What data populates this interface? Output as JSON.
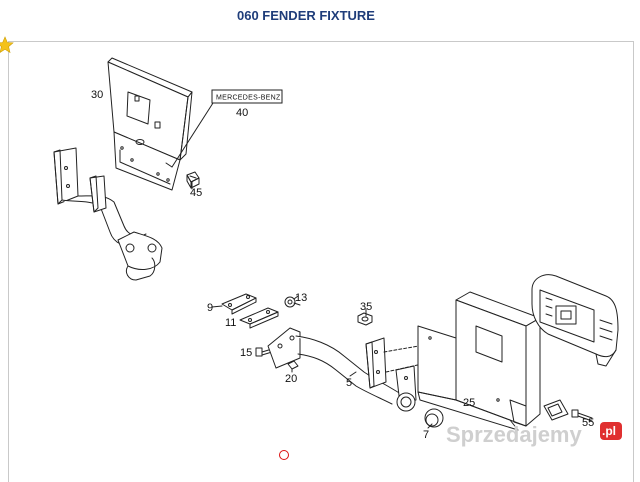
{
  "title": "060 FENDER FIXTURE",
  "colors": {
    "title": "#1f3d7a",
    "star": "#f4c21a",
    "ring": "#dd1111",
    "watermark": "#cfcfcf",
    "watermark_badge": "#e03030"
  },
  "labels": {
    "p30": "30",
    "p40": "40",
    "p45": "45",
    "brand": "MERCEDES-BENZ",
    "p9": "9",
    "p13": "13",
    "p11": "11",
    "p35": "35",
    "p15": "15",
    "p20": "20",
    "p5": "5",
    "p25": "25",
    "p7": "7",
    "p55": "55"
  },
  "watermark": {
    "text": "Sprzedajemy",
    "badge": ".pl"
  }
}
